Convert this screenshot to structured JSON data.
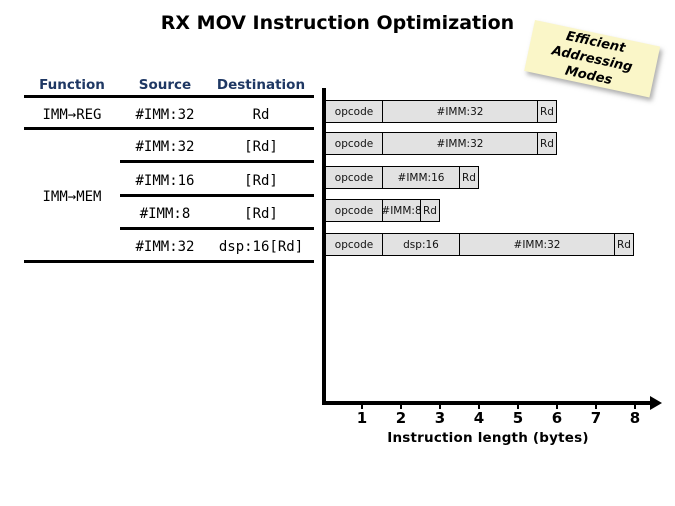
{
  "title": "RX MOV Instruction Optimization",
  "note": {
    "line1": "Efficient",
    "line2": "Addressing Modes"
  },
  "colors": {
    "header_text": "#1f3864",
    "bar_fill": "#e2e2e2",
    "note_bg": "#faf6c8",
    "axis": "#000000"
  },
  "table": {
    "headers": {
      "function": "Function",
      "source": "Source",
      "destination": "Destination"
    },
    "group_imm_reg": "IMM→REG",
    "group_imm_mem": "IMM→MEM",
    "rows": [
      {
        "source": "#IMM:32",
        "destination": "Rd"
      },
      {
        "source": "#IMM:32",
        "destination": "[Rd]"
      },
      {
        "source": "#IMM:16",
        "destination": "[Rd]"
      },
      {
        "source": "#IMM:8",
        "destination": "[Rd]"
      },
      {
        "source": "#IMM:32",
        "destination": "dsp:16[Rd]"
      }
    ]
  },
  "chart_data": {
    "type": "bar",
    "orientation": "horizontal",
    "xlabel": "Instruction length (bytes)",
    "x_ticks": [
      "1",
      "2",
      "3",
      "4",
      "5",
      "6",
      "7",
      "8"
    ],
    "xlim": [
      0,
      8
    ],
    "grid": false,
    "bars": [
      {
        "name": "MOV #IMM:32, Rd",
        "total_bytes": 6,
        "segments": [
          {
            "label": "opcode",
            "bytes": 1.5
          },
          {
            "label": "#IMM:32",
            "bytes": 4
          },
          {
            "label": "Rd",
            "bytes": 0.5
          }
        ]
      },
      {
        "name": "MOV #IMM:32, [Rd]",
        "total_bytes": 6,
        "segments": [
          {
            "label": "opcode",
            "bytes": 1.5
          },
          {
            "label": "#IMM:32",
            "bytes": 4
          },
          {
            "label": "Rd",
            "bytes": 0.5
          }
        ]
      },
      {
        "name": "MOV #IMM:16, [Rd]",
        "total_bytes": 4,
        "segments": [
          {
            "label": "opcode",
            "bytes": 1.5
          },
          {
            "label": "#IMM:16",
            "bytes": 2
          },
          {
            "label": "Rd",
            "bytes": 0.5
          }
        ]
      },
      {
        "name": "MOV #IMM:8, [Rd]",
        "total_bytes": 3,
        "segments": [
          {
            "label": "opcode",
            "bytes": 1.5
          },
          {
            "label": "#IMM:8",
            "bytes": 1
          },
          {
            "label": "Rd",
            "bytes": 0.5
          }
        ]
      },
      {
        "name": "MOV #IMM:32, dsp:16[Rd]",
        "total_bytes": 8,
        "segments": [
          {
            "label": "opcode",
            "bytes": 1.5
          },
          {
            "label": "dsp:16",
            "bytes": 2
          },
          {
            "label": "#IMM:32",
            "bytes": 4
          },
          {
            "label": "Rd",
            "bytes": 0.5
          }
        ]
      }
    ]
  }
}
